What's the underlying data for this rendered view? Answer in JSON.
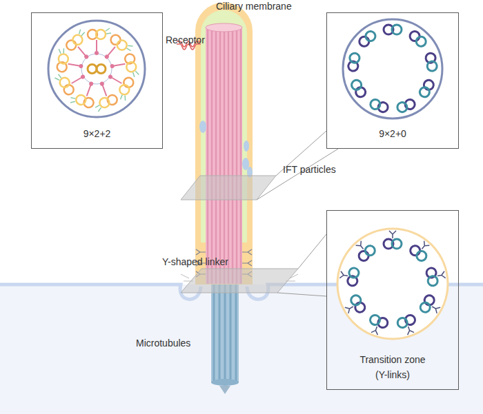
{
  "diagram": {
    "nodes": [
      {
        "text": [
          "9×2+2"
        ]
      },
      {
        "text": [
          "9×2+0"
        ]
      },
      {
        "text": [
          "Transition zone",
          "(Y-links)"
        ]
      }
    ],
    "labels": [
      "Ciliary membrane",
      "Receptor",
      "IFT particles",
      "Y-shaped linker",
      "Microtubules"
    ]
  }
}
